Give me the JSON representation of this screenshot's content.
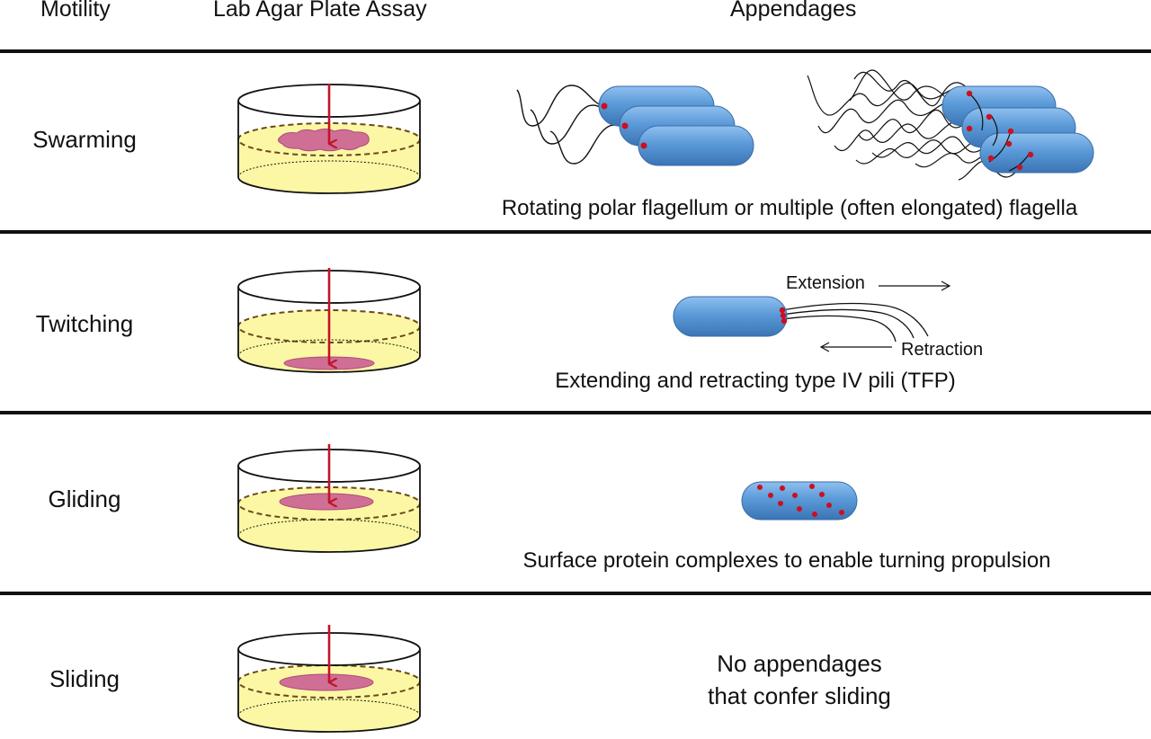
{
  "headers": {
    "motility": "Motility",
    "assay": "Lab Agar Plate Assay",
    "appendages": "Appendages"
  },
  "rows": [
    {
      "label": "Swarming",
      "caption": "Rotating polar flagellum or multiple (often elongated) flagella"
    },
    {
      "label": "Twitching",
      "caption": "Extending and retracting type IV pili (TFP)",
      "extension_label": "Extension",
      "retraction_label": "Retraction"
    },
    {
      "label": "Gliding",
      "caption": "Surface protein complexes to enable turning propulsion"
    },
    {
      "label": "Sliding",
      "caption_line1": "No appendages",
      "caption_line2": "that confer sliding"
    }
  ],
  "colors": {
    "agar": "#fbf7a4",
    "colony": "#cf6f95",
    "arrow": "#c0142a",
    "cell": "#5b9ad8",
    "attachment_dot": "#cc0f1f"
  }
}
